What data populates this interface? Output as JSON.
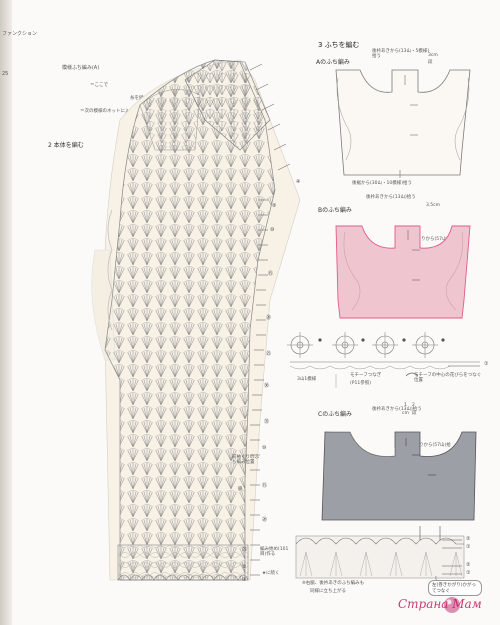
{
  "left_edge": {
    "code": "25",
    "text_lines": [
      "ファンクション"
    ]
  },
  "legend": {
    "title": "模様ふち編み(A)",
    "note1": "＝ここで",
    "note2": "糸を続く",
    "note3": "＝次の模様のネットに入れて編む",
    "section2": "2 本体を編む"
  },
  "main_chart": {
    "row_labels": [
      "④",
      "⑤",
      "⑩",
      "⑮",
      "⑳",
      "㉕",
      "㉚",
      "㉟",
      "⑩",
      "⑮",
      "⑳",
      "㉕",
      "⑤",
      "①"
    ],
    "notes": {
      "armhole": "前袖ぐりのふち編み位置",
      "bust_side": "脇",
      "start": "編み始め(101目)作る",
      "continue": "★に続く"
    }
  },
  "section3": {
    "heading": "3 ふちを編む",
    "a": {
      "title": "Aのふち編み",
      "top_note": "後衿あきから(13山・5模様)拾う",
      "top_dim": "3cm",
      "top_dim2": "段",
      "right_note1": "袖ぐりから(57山・17模様)拾う",
      "right_note2": "前衿から(45山・15模様)拾う",
      "bottom_note": "後裾から(30山・10模様)拾う"
    },
    "b": {
      "title": "Bのふち編み",
      "top_note": "後衿あきから(13山)拾う",
      "top_dim": "3.5cm",
      "right_note1": "袖ぐりから(57山)拾う",
      "right_note2": "前衿から(45山)拾う",
      "bottom_note": "後裾から(30山)拾う"
    },
    "motif": {
      "left_label": "3山1模様",
      "center_label": "モチーフつなぎ",
      "center_note": "(P11参照)",
      "right_label": "モチーフの中心の花びらをつなぐ位置",
      "row_num": "①"
    },
    "c": {
      "title": "Cのふち編み",
      "top_note": "後衿あきから(13山)拾う",
      "top_dim1": "1",
      "top_dim2": "2",
      "top_dim3": "cm",
      "top_dim4": "段",
      "right_note1": "袖ぐりから(57山)拾う",
      "right_note2": "前衿から(45山)拾う",
      "bottom_note": "後裾から(30山)拾う"
    },
    "edging_rows": [
      "②",
      "①",
      "②",
      "①"
    ],
    "bottom_note1": "※右脇、後衿あきのふち編みも",
    "bottom_note2": "同様に立ち上がる",
    "pill_right": "左(巻きかがり)かがってつなぐ"
  },
  "watermark": {
    "text": "Страна Мам"
  },
  "colors": {
    "pink_fill": "#efc5cf",
    "pink_line": "#e25a8a",
    "gray_fill": "#9d9fa6",
    "beige_fill": "#f7f1e6"
  }
}
